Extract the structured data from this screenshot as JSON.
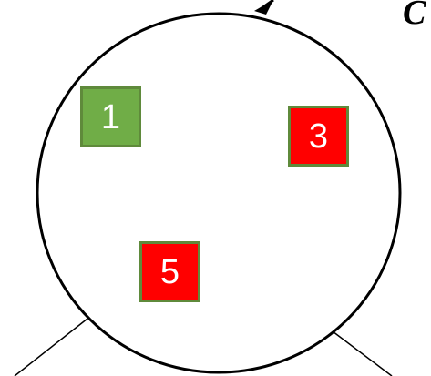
{
  "boxes": [
    {
      "id": "1",
      "label": "1",
      "color": "#70ad47"
    },
    {
      "id": "3",
      "label": "3",
      "color": "#ff0000"
    },
    {
      "id": "5",
      "label": "5",
      "color": "#ff0000"
    }
  ],
  "corner_label": "C",
  "colors": {
    "outline": "#000000",
    "box_border": "#5f8a3b"
  }
}
